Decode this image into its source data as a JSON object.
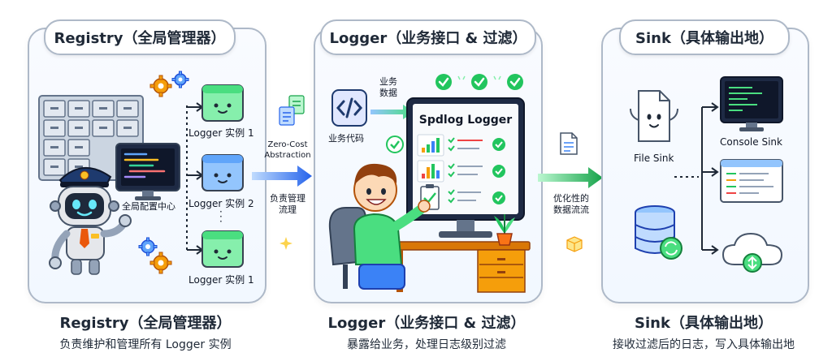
{
  "registry": {
    "pill_title": "Registry（全局管理器）",
    "config_center": "全局配置中心",
    "instances": [
      "Logger 实例 1",
      "Logger 实例 2",
      "Logger 实例 1"
    ],
    "caption_title": "Registry（全局管理器）",
    "caption_sub": "负责维护和管理所有 Logger 实例"
  },
  "arrow1": {
    "top_label_line1": "Zero-Cost",
    "top_label_line2": "Abstraction",
    "bottom_label_line1": "负责管理",
    "bottom_label_line2": "流理"
  },
  "logger": {
    "pill_title": "Logger（业务接口 & 过滤）",
    "business_data_line1": "业务",
    "business_data_line2": "数据",
    "business_code": "业务代码",
    "monitor_title": "Spdlog Logger",
    "caption_title": "Logger（业务接口 & 过滤）",
    "caption_sub": "暴露给业务，处理日志级别过滤"
  },
  "arrow2": {
    "label_line1": "优化性的",
    "label_line2": "数据流流"
  },
  "sink": {
    "pill_title": "Sink（具体输出地）",
    "file_sink": "File Sink",
    "console_sink": "Console Sink",
    "caption_title": "Sink（具体输出地）",
    "caption_sub": "接收过滤后的日志，写入具体输出地"
  },
  "colors": {
    "panel_border": "#aeb9c8",
    "arrow_blue": "#3b82f6",
    "arrow_green": "#4ade80",
    "check_green": "#22c55e",
    "gear_orange": "#f59e0b",
    "monitor_navy": "#1e2a44"
  }
}
